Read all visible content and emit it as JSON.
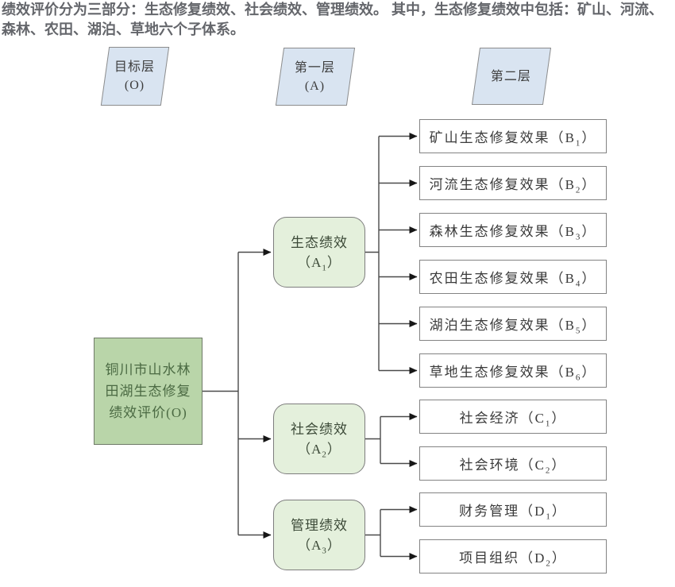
{
  "intro": "绩效评价分为三部分：生态修复绩效、社会绩效、管理绩效。 其中，生态修复绩效中包括：矿山、河流、森林、农田、湖泊、草地六个子体系。",
  "colors": {
    "root_fill": "#b9d5a9",
    "branch_fill": "#e4f0dc",
    "header_fill": "#d9e4f1",
    "leaf_fill": "#ffffff",
    "box_border": "#808080",
    "line": "#4a4a4a",
    "intro_text": "#64666b"
  },
  "headers": [
    {
      "line1": "目标层",
      "line2": "(O)"
    },
    {
      "line1": "第一层",
      "line2": "(A)"
    },
    {
      "line1": "第二层",
      "line2": ""
    }
  ],
  "root": {
    "lines": [
      "铜川市山水林",
      "田湖生态修复",
      "绩效评价(O)"
    ]
  },
  "branches": [
    {
      "line1": "生态绩效",
      "pre": "（A",
      "sub": "1",
      "post": "）"
    },
    {
      "line1": "社会绩效",
      "pre": "（A",
      "sub": "2",
      "post": "）"
    },
    {
      "line1": "管理绩效",
      "pre": "（A",
      "sub": "3",
      "post": "）"
    }
  ],
  "leaves_b": [
    {
      "pre": "矿山生态修复效果（B",
      "sub": "1",
      "post": "）"
    },
    {
      "pre": "河流生态修复效果（B",
      "sub": "2",
      "post": "）"
    },
    {
      "pre": "森林生态修复效果（B",
      "sub": "3",
      "post": "）"
    },
    {
      "pre": "农田生态修复效果（B",
      "sub": "4",
      "post": "）"
    },
    {
      "pre": "湖泊生态修复效果（B",
      "sub": "5",
      "post": "）"
    },
    {
      "pre": "草地生态修复效果（B",
      "sub": "6",
      "post": "）"
    }
  ],
  "leaves_c": [
    {
      "pre": "社会经济（C",
      "sub": "1",
      "post": "）"
    },
    {
      "pre": "社会环境（C",
      "sub": "2",
      "post": "）"
    }
  ],
  "leaves_d": [
    {
      "pre": "财务管理（D",
      "sub": "1",
      "post": "）"
    },
    {
      "pre": "项目组织（D",
      "sub": "2",
      "post": "）"
    }
  ]
}
